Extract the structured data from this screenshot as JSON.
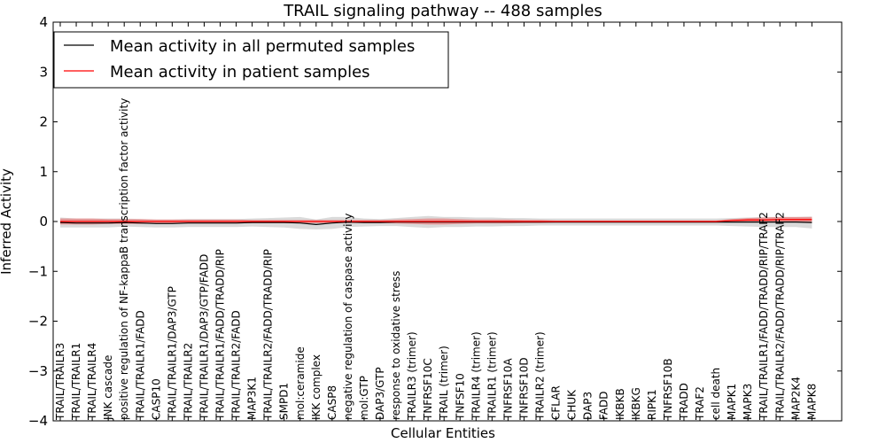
{
  "chart_data": {
    "type": "line",
    "title": "TRAIL signaling pathway -- 488 samples",
    "xlabel": "Cellular Entities",
    "ylabel": "Inferred Activity",
    "ylim": [
      -4,
      4
    ],
    "yticks": [
      4,
      3,
      2,
      1,
      0,
      -1,
      -2,
      -3,
      -4
    ],
    "ytick_labels": [
      "4",
      "3",
      "2",
      "1",
      "0",
      "−1",
      "−2",
      "−3",
      "−4"
    ],
    "legend_position": "upper-left",
    "grid": false,
    "categories": [
      "TRAIL/TRAILR3",
      "TRAIL/TRAILR1",
      "TRAIL/TRAILR4",
      "JNK cascade",
      "positive regulation of NF-kappaB transcription factor activity",
      "TRAIL/TRAILR1/FADD",
      "CASP10",
      "TRAIL/TRAILR1/DAP3/GTP",
      "TRAIL/TRAILR2",
      "TRAIL/TRAILR1/DAP3/GTP/FADD",
      "TRAIL/TRAILR1/FADD/TRADD/RIP",
      "TRAIL/TRAILR2/FADD",
      "MAP3K1",
      "TRAIL/TRAILR2/FADD/TRADD/RIP",
      "SMPD1",
      "mol:ceramide",
      "IKK complex",
      "CASP8",
      "negative regulation of caspase activity",
      "mol:GTP",
      "DAP3/GTP",
      "response to oxidative stress",
      "TRAILR3 (trimer)",
      "TNFRSF10C",
      "TRAIL (trimer)",
      "TNFSF10",
      "TRAILR4 (trimer)",
      "TRAILR1 (trimer)",
      "TNFRSF10A",
      "TNFRSF10D",
      "TRAILR2 (trimer)",
      "CFLAR",
      "CHUK",
      "DAP3",
      "FADD",
      "IKBKB",
      "IKBKG",
      "RIPK1",
      "TNFRSF10B",
      "TRADD",
      "TRAF2",
      "cell death",
      "MAPK1",
      "MAPK3",
      "TRAIL/TRAILR1/FADD/TRADD/RIP/TRAF2",
      "TRAIL/TRAILR2/FADD/TRADD/RIP/TRAF2",
      "MAP2K4",
      "MAPK8"
    ],
    "series": [
      {
        "name": "Mean activity in all permuted samples",
        "color": "#000000",
        "values": [
          -0.02,
          -0.03,
          -0.03,
          -0.03,
          -0.02,
          -0.03,
          -0.04,
          -0.04,
          -0.03,
          -0.03,
          -0.03,
          -0.03,
          -0.02,
          -0.02,
          -0.02,
          -0.03,
          -0.06,
          -0.03,
          -0.01,
          -0.02,
          -0.02,
          -0.01,
          -0.01,
          -0.01,
          -0.01,
          -0.01,
          -0.01,
          -0.01,
          -0.01,
          -0.01,
          -0.01,
          -0.01,
          -0.01,
          -0.01,
          -0.01,
          -0.01,
          -0.01,
          -0.01,
          -0.01,
          -0.01,
          -0.01,
          -0.01,
          -0.01,
          -0.01,
          -0.01,
          -0.01,
          -0.01,
          -0.02
        ],
        "band": [
          0.1,
          0.09,
          0.09,
          0.09,
          0.08,
          0.08,
          0.08,
          0.08,
          0.08,
          0.08,
          0.08,
          0.08,
          0.08,
          0.09,
          0.1,
          0.12,
          0.1,
          0.12,
          0.1,
          0.08,
          0.07,
          0.08,
          0.1,
          0.12,
          0.1,
          0.1,
          0.09,
          0.09,
          0.08,
          0.08,
          0.07,
          0.07,
          0.07,
          0.07,
          0.07,
          0.07,
          0.07,
          0.07,
          0.07,
          0.07,
          0.07,
          0.07,
          0.08,
          0.09,
          0.1,
          0.1,
          0.1,
          0.12
        ]
      },
      {
        "name": "Mean activity in patient samples",
        "color": "#ff0000",
        "values": [
          0.0,
          0.0,
          0.0,
          0.0,
          0.0,
          0.0,
          0.0,
          0.0,
          0.0,
          0.0,
          0.0,
          0.0,
          0.0,
          0.0,
          0.0,
          0.0,
          0.0,
          0.0,
          0.0,
          0.0,
          0.0,
          0.0,
          0.0,
          0.0,
          0.0,
          0.0,
          0.0,
          0.0,
          0.0,
          0.0,
          0.0,
          0.0,
          0.0,
          0.0,
          0.0,
          0.0,
          0.0,
          0.0,
          0.0,
          0.0,
          0.0,
          0.0,
          0.02,
          0.03,
          0.03,
          0.04,
          0.04,
          0.04
        ],
        "band": [
          0.06,
          0.06,
          0.06,
          0.05,
          0.05,
          0.05,
          0.04,
          0.04,
          0.04,
          0.04,
          0.04,
          0.04,
          0.03,
          0.03,
          0.03,
          0.03,
          0.03,
          0.03,
          0.03,
          0.03,
          0.03,
          0.04,
          0.05,
          0.06,
          0.06,
          0.05,
          0.04,
          0.04,
          0.04,
          0.03,
          0.03,
          0.02,
          0.02,
          0.02,
          0.02,
          0.02,
          0.02,
          0.02,
          0.02,
          0.02,
          0.02,
          0.02,
          0.03,
          0.04,
          0.05,
          0.05,
          0.05,
          0.05
        ]
      }
    ]
  }
}
